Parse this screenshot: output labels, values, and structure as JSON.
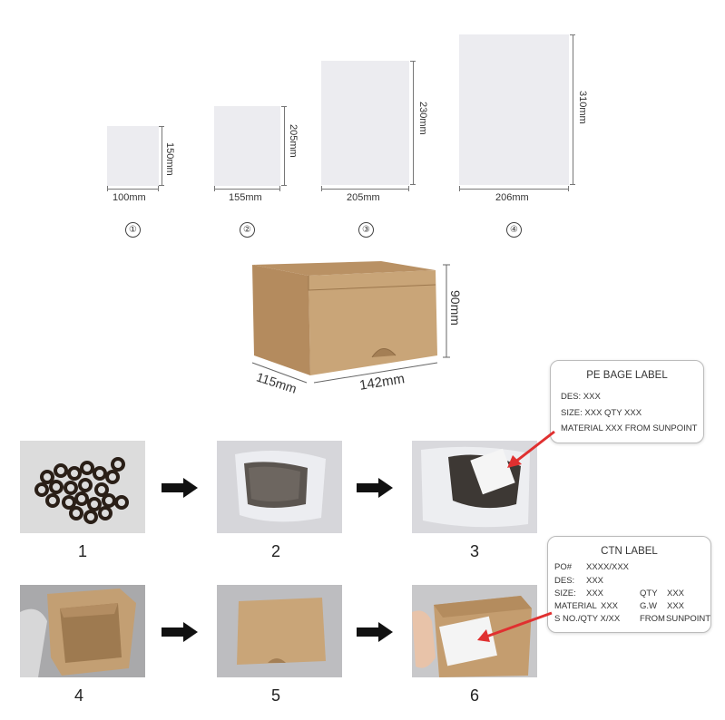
{
  "bags": [
    {
      "marker": "①",
      "width": "100mm",
      "height": "150mm"
    },
    {
      "marker": "②",
      "width": "155mm",
      "height": "205mm"
    },
    {
      "marker": "③",
      "width": "205mm",
      "height": "230mm"
    },
    {
      "marker": "④",
      "width": "206mm",
      "height": "310mm"
    }
  ],
  "box": {
    "length": "142mm",
    "width": "115mm",
    "height": "90mm"
  },
  "pe_label": {
    "title": "PE BAGE LABEL",
    "des": "DES: XXX",
    "size_qty": "SIZE: XXX   QTY  XXX",
    "material_from": "MATERIAL XXX   FROM  SUNPOINT"
  },
  "ctn_label": {
    "title": "CTN LABEL",
    "po_key": "PO#",
    "po_val": "XXXX/XXX",
    "des_key": "DES:",
    "des_val": "XXX",
    "size_key": "SIZE:",
    "size_val": "XXX",
    "qty_key": "QTY",
    "qty_val": "XXX",
    "material_key": "MATERIAL",
    "material_val": "XXX",
    "gw_key": "G.W",
    "gw_val": "XXX",
    "sno_key": "S NO./QTY X/XX",
    "from_key": "FROM",
    "from_val": "SUNPOINT"
  },
  "steps": [
    "1",
    "2",
    "3",
    "4",
    "5",
    "6"
  ],
  "colors": {
    "bag": "#ececf0",
    "cardboard": "#c9a578",
    "pointer": "#e03030"
  }
}
